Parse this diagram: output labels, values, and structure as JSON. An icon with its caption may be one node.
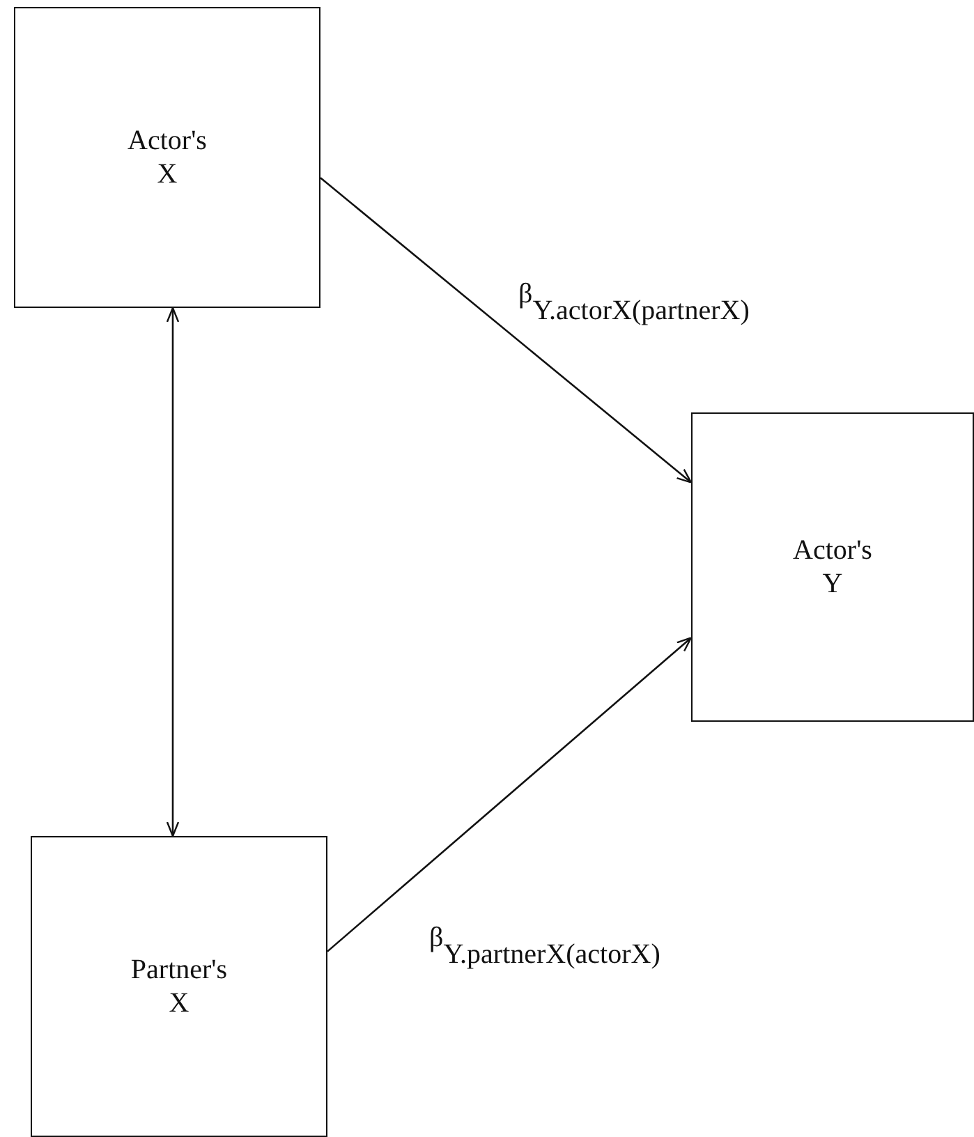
{
  "diagram": {
    "nodes": [
      {
        "text": [
          "Actor's X"
        ]
      },
      {
        "text": [
          "Actor's Y"
        ]
      },
      {
        "text": [
          "Partner's X"
        ]
      }
    ],
    "edges": [
      {
        "from": 0,
        "to": 2,
        "arrow": "both"
      },
      {
        "from": 0,
        "to": 1,
        "arrow": "to",
        "label": "β$_{Y.actorX(partnerX)}$"
      },
      {
        "from": 2,
        "to": 1,
        "arrow": "to",
        "label": "β$_{Y.partnerX(actorX)}$"
      }
    ]
  }
}
